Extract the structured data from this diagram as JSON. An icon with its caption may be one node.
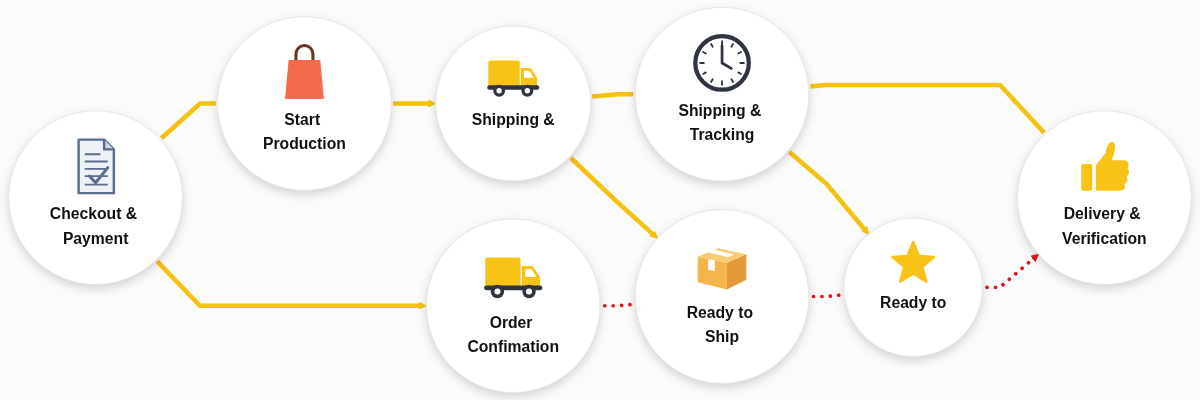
{
  "diagram": {
    "nodes": [
      {
        "text": [
          "Checkout & Payment"
        ]
      },
      {
        "text": [
          "Start Production"
        ]
      },
      {
        "text": [
          "Shipping &"
        ]
      },
      {
        "text": [
          "Shipping & Tracking"
        ]
      },
      {
        "text": [
          "Delivery & Verification"
        ]
      },
      {
        "text": [
          "Order Confimation"
        ]
      },
      {
        "text": [
          "Ready to Ship"
        ]
      },
      {
        "text": [
          "Ready to"
        ]
      }
    ],
    "edges": [
      {
        "from": 0,
        "to": 1,
        "arrow": "none"
      },
      {
        "from": 1,
        "to": 2,
        "arrow": "to"
      },
      {
        "from": 2,
        "to": 3,
        "arrow": "none"
      },
      {
        "from": 3,
        "to": 4,
        "arrow": "none"
      },
      {
        "from": 0,
        "to": 5,
        "arrow": "to"
      },
      {
        "from": 2,
        "to": 6,
        "arrow": "to"
      },
      {
        "from": 3,
        "to": 7,
        "arrow": "to"
      },
      {
        "from": 5,
        "to": 6,
        "arrow": "none",
        "style": "dashed",
        "color": "#e3161b"
      },
      {
        "from": 6,
        "to": 7,
        "arrow": "none",
        "style": "dashed",
        "color": "#e3161b"
      },
      {
        "from": 7,
        "to": 4,
        "arrow": "to",
        "style": "dashed",
        "color": "#e3161b"
      }
    ]
  }
}
